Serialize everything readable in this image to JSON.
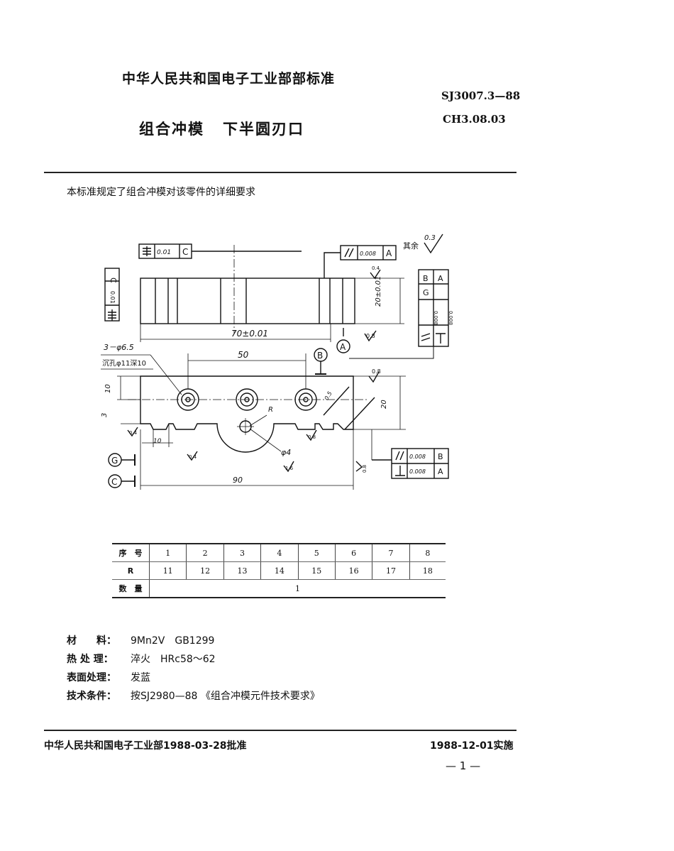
{
  "header": {
    "org_standard": "中华人民共和国电子工业部部标准",
    "code_primary": "SJ3007.3—88",
    "code_secondary": "CH3.08.03",
    "title_part1": "组合冲模",
    "title_part2": "下半圆刃口"
  },
  "intro": "本标准规定了组合冲模对该零件的详细要求",
  "drawing": {
    "rest_roughness_label": "其余",
    "rest_roughness_value": "0.3",
    "sym_tol": "0.01",
    "sym_datum": "C",
    "par_tol_top": "0.008",
    "par_datum_top": "A",
    "side_tol": "0.01",
    "side_datum": "C",
    "dim_70": "70±0.01",
    "dim_20_top": "20±0.01",
    "right_tol_1": "0.008",
    "right_tol_2": "0.008",
    "right_datum_g": "G",
    "right_datum_a": "A",
    "right_datum_b": "B",
    "rough_08": "0.8",
    "rough_16": "1.6",
    "rough_04": "0.4",
    "datum_a": "A",
    "datum_b": "B",
    "datum_g": "G",
    "datum_c": "C",
    "holes": "3－φ6.5",
    "counterbore": "沉孔φ11深10",
    "dim_50": "50",
    "dim_10": "10",
    "dim_3": "3",
    "dim_10_bottom": "10",
    "dim_20_bottom": "20",
    "chamfer": "0.5",
    "radius_label": "R",
    "dim_phi4": "φ4",
    "dim_90": "90",
    "bot_par_tol": "0.008",
    "bot_par_datum": "B",
    "bot_perp_tol": "0.008",
    "bot_perp_datum": "A"
  },
  "table": {
    "rows": [
      {
        "label": "序　号",
        "cells": [
          "1",
          "2",
          "3",
          "4",
          "5",
          "6",
          "7",
          "8"
        ]
      },
      {
        "label": "R",
        "cells": [
          "11",
          "12",
          "13",
          "14",
          "15",
          "16",
          "17",
          "18"
        ]
      }
    ],
    "qty_label": "数　量",
    "qty_value": "1"
  },
  "materials": {
    "material_label": "材　　料：",
    "material_value": "9Mn2V　GB1299",
    "heat_label": "热 处 理：",
    "heat_value": "淬火　HRc58～62",
    "surface_label": "表面处理：",
    "surface_value": "发蓝",
    "tech_label": "技术条件：",
    "tech_value": "按SJ2980—88 《组合冲模元件技术要求》"
  },
  "footer": {
    "approval": "中华人民共和国电子工业部1988-03-28批准",
    "implement": "1988-12-01实施",
    "page_number": "— 1 —"
  }
}
